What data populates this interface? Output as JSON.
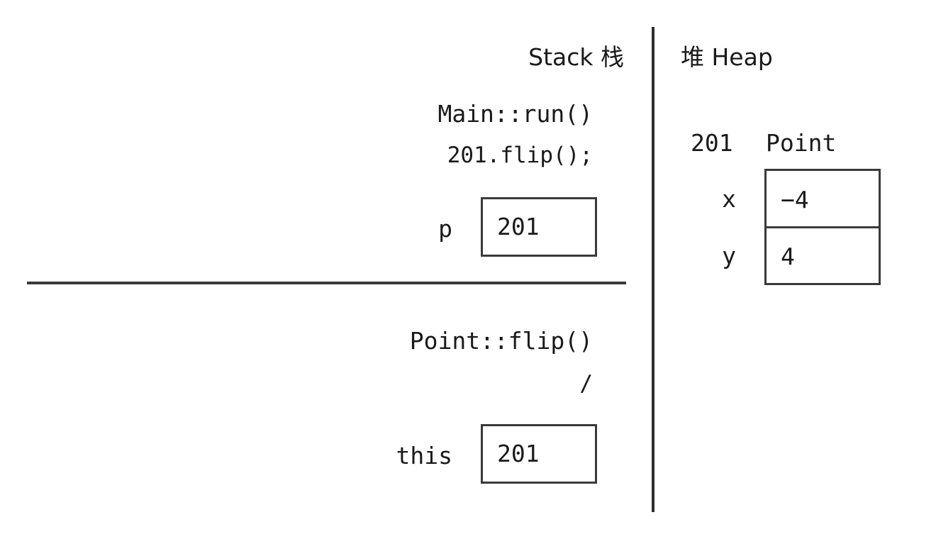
{
  "stack": {
    "title": "Stack 栈",
    "frames": [
      {
        "name": "Main::run()",
        "statement": "201.flip();",
        "variables": [
          {
            "name": "p",
            "value": "201"
          }
        ]
      },
      {
        "name": "Point::flip()",
        "statement": "/",
        "variables": [
          {
            "name": "this",
            "value": "201"
          }
        ]
      }
    ]
  },
  "heap": {
    "title": "堆 Heap",
    "objects": [
      {
        "address": "201",
        "type": "Point",
        "fields": [
          {
            "name": "x",
            "value": "−4"
          },
          {
            "name": "y",
            "value": "4"
          }
        ]
      }
    ]
  }
}
